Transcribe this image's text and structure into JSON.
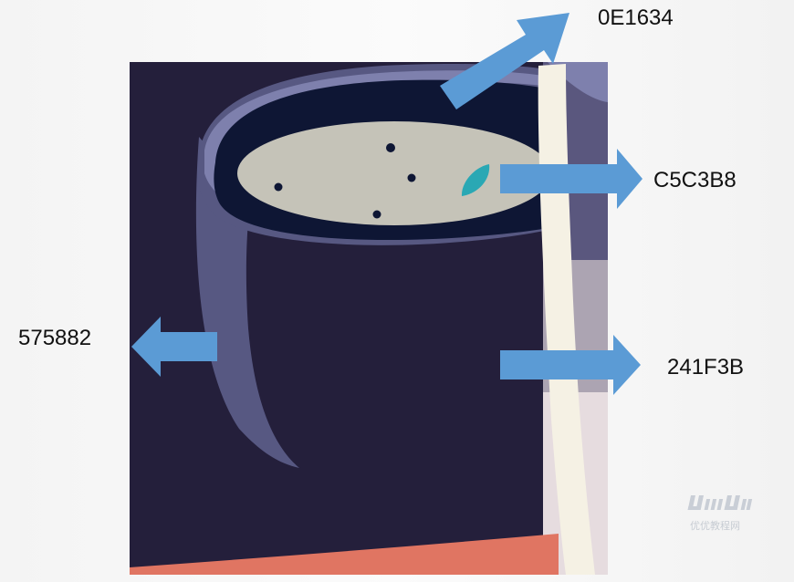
{
  "annotations": [
    {
      "id": "top-right",
      "code": "0E1634"
    },
    {
      "id": "mid-right",
      "code": "C5C3B8"
    },
    {
      "id": "left",
      "code": "575882"
    },
    {
      "id": "lower-right",
      "code": "241F3B"
    }
  ],
  "colors": {
    "background_art": "#241F3B",
    "mug_body": "#241F3B",
    "mug_interior": "#0E1634",
    "liquid": "#C5C3B8",
    "handle_side": "#575882",
    "rim_highlight": "#7E80AD",
    "cream_strip": "#F5F1E4",
    "right_panel": "#5A577E",
    "right_panel_light": "#ACA4B2",
    "right_panel_pale": "#E6DCDF",
    "coral": "#E07562",
    "teal_spot": "#2AA8B4",
    "arrow": "#5B9BD5"
  },
  "watermark": {
    "logo_text": "UiiiUiii",
    "chinese": "优优教程网"
  }
}
